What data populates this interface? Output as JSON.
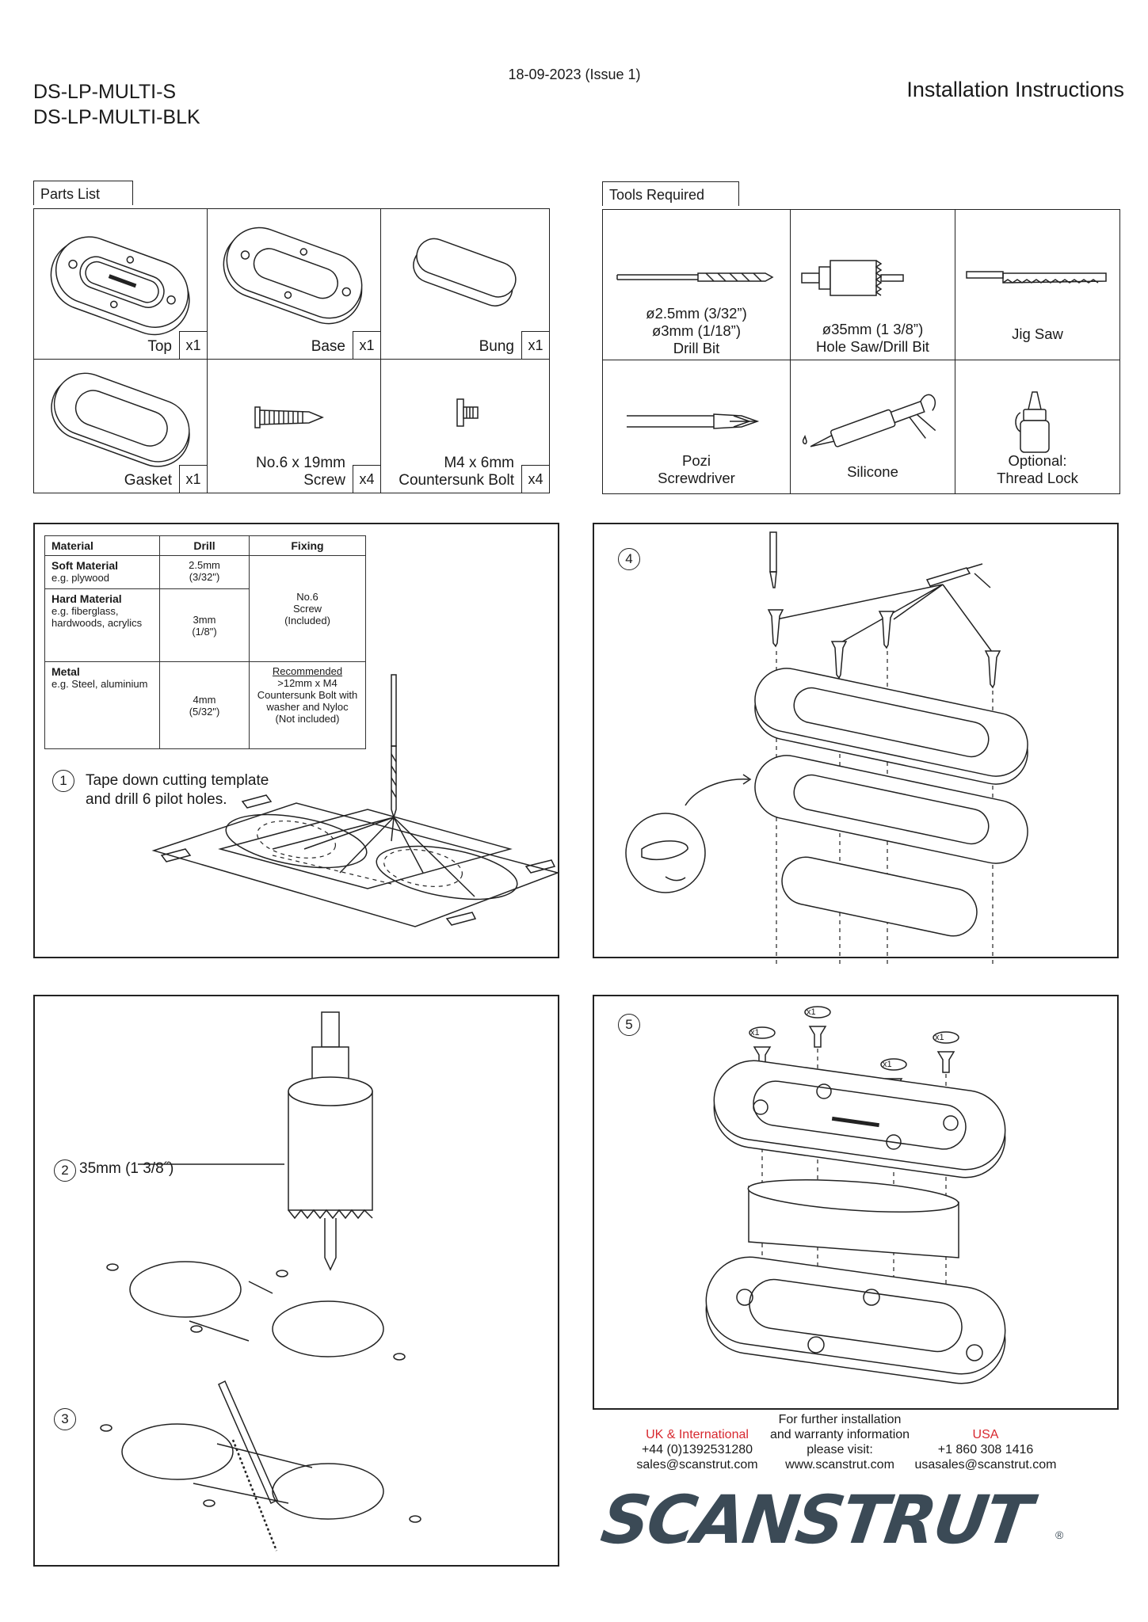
{
  "header": {
    "model_1": "DS-LP-MULTI-S",
    "model_2": "DS-LP-MULTI-BLK",
    "date": "18-09-2023 (Issue 1)",
    "title": "Installation Instructions"
  },
  "parts": {
    "heading": "Parts List",
    "items": [
      {
        "name": "Top",
        "qty": "x1"
      },
      {
        "name": "Base",
        "qty": "x1"
      },
      {
        "name": "Bung",
        "qty": "x1"
      },
      {
        "name": "Gasket",
        "qty": "x1"
      },
      {
        "name_line1": "No.6 x 19mm",
        "name_line2": "Screw",
        "qty": "x4"
      },
      {
        "name_line1": "M4 x 6mm",
        "name_line2": "Countersunk Bolt",
        "qty": "x4"
      }
    ]
  },
  "tools": {
    "heading": "Tools Required",
    "items": [
      {
        "lines": [
          "ø2.5mm (3/32”)",
          "ø3mm (1/18”)",
          "Drill Bit"
        ]
      },
      {
        "lines": [
          "ø35mm (1 3/8”)",
          "Hole Saw/Drill Bit"
        ]
      },
      {
        "lines": [
          "Jig Saw"
        ]
      },
      {
        "lines": [
          "Pozi",
          "Screwdriver"
        ]
      },
      {
        "lines": [
          "Silicone"
        ]
      },
      {
        "lines": [
          "Optional:",
          "Thread Lock"
        ]
      }
    ]
  },
  "material_table": {
    "headers": [
      "Material",
      "Drill",
      "Fixing"
    ],
    "rows": [
      {
        "material": "Soft Material",
        "example": "e.g. plywood",
        "drill_1": "2.5mm",
        "drill_2": "(3/32\")"
      },
      {
        "material": "Hard Material",
        "example": "e.g. fiberglass, hardwoods, acrylics",
        "drill_1": "3mm",
        "drill_2": "(1/8\")"
      },
      {
        "material": "Metal",
        "example": "e.g. Steel, aluminium",
        "drill_1": "4mm",
        "drill_2": "(5/32\")"
      }
    ],
    "fixing_screw": [
      "No.6",
      "Screw",
      "(Included)"
    ],
    "fixing_bolt_title": "Recommended",
    "fixing_bolt": [
      ">12mm x M4",
      "Countersunk Bolt with",
      "washer and Nyloc",
      "(Not included)"
    ]
  },
  "steps": {
    "s1_num": "1",
    "s1_line1": "Tape down cutting template",
    "s1_line2": "and drill 6 pilot holes.",
    "s2_num": "2",
    "s2_text": "35mm (1 3/8˝)",
    "s3_num": "3",
    "s4_num": "4",
    "s5_num": "5",
    "rot_label": "x1"
  },
  "footer": {
    "uk_title": "UK & International",
    "uk_phone": "+44 (0)1392531280",
    "uk_email": "sales@scanstrut.com",
    "info_1": "For further installation",
    "info_2": "and warranty information",
    "info_3": "please visit:",
    "info_url": "www.scanstrut.com",
    "usa_title": "USA",
    "usa_phone": "+1 860 308 1416",
    "usa_email": "usasales@scanstrut.com",
    "logo": "SCANSTRUT",
    "reg_mark": "®"
  },
  "colors": {
    "accent_red": "#d7282f",
    "logo": "#3b4a56"
  }
}
